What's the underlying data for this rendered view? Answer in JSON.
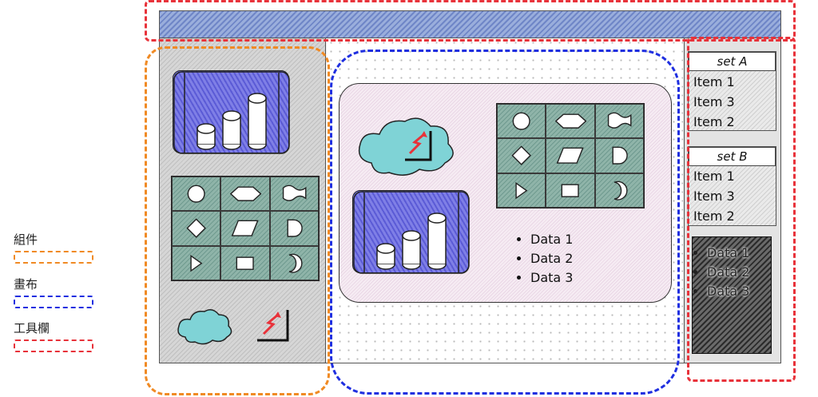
{
  "legend": [
    {
      "label": "組件",
      "color": "#f08a24"
    },
    {
      "label": "畫布",
      "color": "#1f2fe0"
    },
    {
      "label": "工具欄",
      "color": "#e8323a"
    }
  ],
  "palette": {
    "titlebar": "#6f86c7",
    "chart_tile": "#5b5bd6",
    "shape_grid": "#6f9a8f",
    "cloud": "#7fd3d6",
    "arrow": "#e8323a",
    "canvas_card": "#ead7e6"
  },
  "components": {
    "shape_icons": [
      "circle-icon",
      "hexagon-icon",
      "wave-flag-icon",
      "diamond-icon",
      "parallelogram-icon",
      "d-shape-icon",
      "triangle-icon",
      "rectangle-icon",
      "crescent-icon"
    ],
    "items": [
      "bar-chart-cylinder-icon",
      "shape-library-icon",
      "cloud-icon",
      "trend-arrow-icon"
    ]
  },
  "canvas": {
    "data_items": [
      "Data 1",
      "Data 2",
      "Data 3"
    ]
  },
  "toolbar": {
    "sets": [
      {
        "title": "set A",
        "items": [
          "Item 1",
          "Item 3",
          "Item 2"
        ]
      },
      {
        "title": "set B",
        "items": [
          "Item 1",
          "Item 3",
          "Item 2"
        ]
      }
    ],
    "dark_list": [
      "Data 1",
      "Data 2",
      "Data 3"
    ]
  }
}
